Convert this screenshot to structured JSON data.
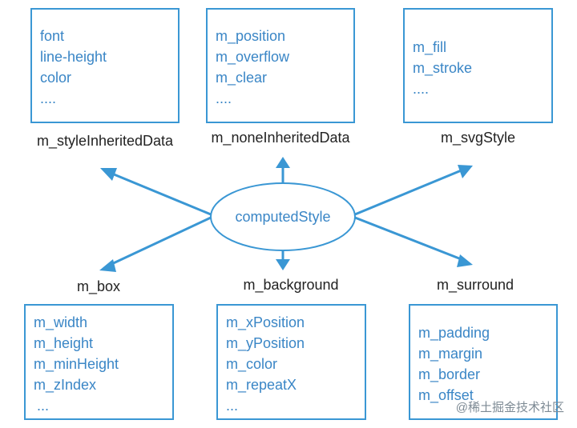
{
  "center": {
    "label": "computedStyle"
  },
  "groups": [
    {
      "id": "style-inherited",
      "title": "m_styleInheritedData",
      "items": [
        "font",
        "line-height",
        "color",
        "...."
      ]
    },
    {
      "id": "none-inherited",
      "title": "m_noneInheritedData",
      "items": [
        "m_position",
        "m_overflow",
        "m_clear",
        "...."
      ]
    },
    {
      "id": "svg-style",
      "title": "m_svgStyle",
      "items": [
        "m_fill",
        "m_stroke",
        "...."
      ]
    },
    {
      "id": "box",
      "title": "m_box",
      "items": [
        "m_width",
        "m_height",
        "m_minHeight",
        "m_zIndex",
        "..."
      ]
    },
    {
      "id": "background",
      "title": "m_background",
      "items": [
        "m_xPosition",
        "m_yPosition",
        "m_color",
        "m_repeatX",
        "..."
      ]
    },
    {
      "id": "surround",
      "title": "m_surround",
      "items": [
        "m_padding",
        "m_margin",
        "m_border",
        "m_offset"
      ]
    }
  ],
  "watermark": "@稀土掘金技术社区",
  "colors": {
    "accent": "#3a97d4",
    "text": "#3a86c6",
    "label": "#222222"
  }
}
